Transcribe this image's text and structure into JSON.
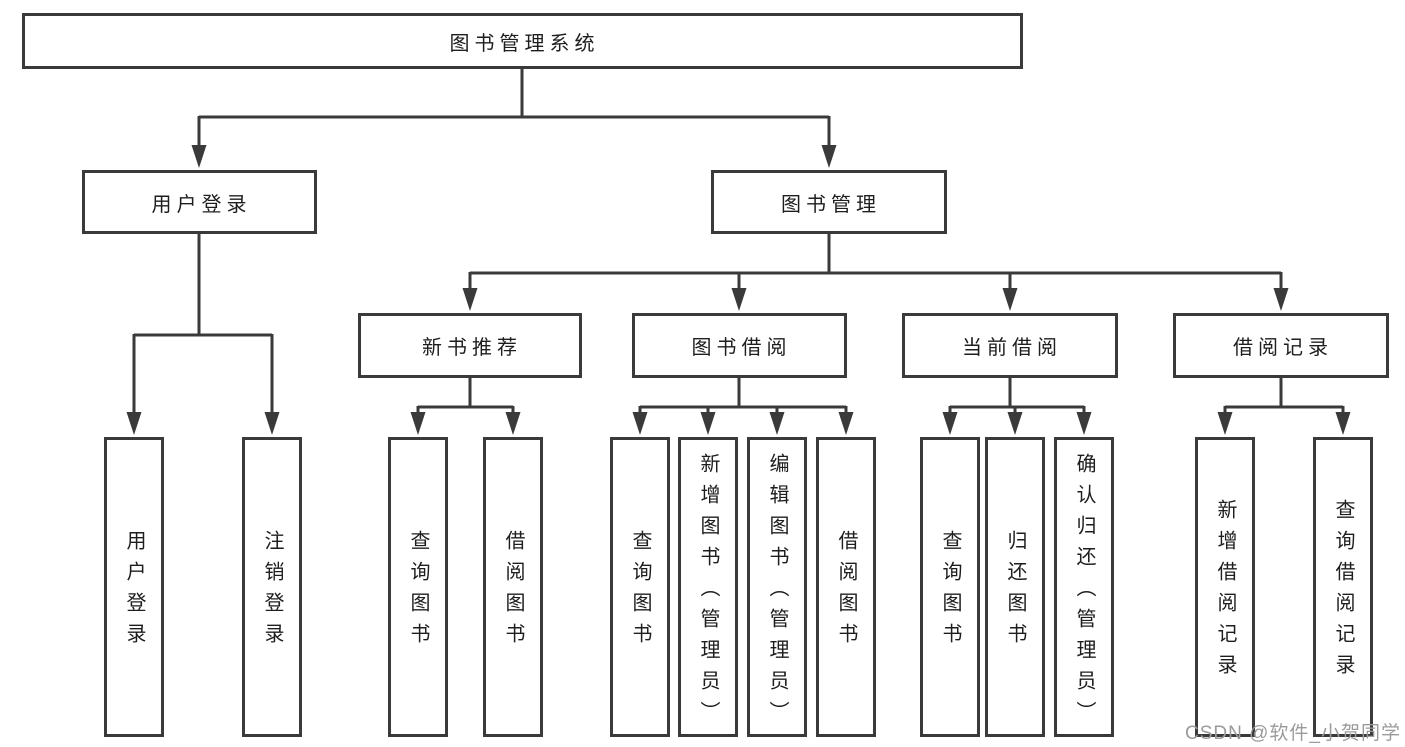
{
  "diagram": {
    "title": "图书管理系统",
    "root": "图书管理系统",
    "branches": {
      "user_login": "用户登录",
      "book_management": "图书管理"
    },
    "modules": {
      "new_book_recommend": "新书推荐",
      "book_borrowing": "图书借阅",
      "current_borrowing": "当前借阅",
      "borrowing_records": "借阅记录"
    },
    "leaves": {
      "user_login": "用户登录",
      "logout": "注销登录",
      "query_book_recommend": "查询图书",
      "borrow_book_recommend": "借阅图书",
      "query_book_borrowing": "查询图书",
      "add_book_admin": "新增图书（管理员）",
      "edit_book_admin": "编辑图书（管理员）",
      "borrow_book_borrowing": "借阅图书",
      "query_book_current": "查询图书",
      "return_book": "归还图书",
      "confirm_return_admin": "确认归还（管理员）",
      "add_borrow_record": "新增借阅记录",
      "query_borrow_record": "查询借阅记录"
    }
  },
  "watermark": {
    "text": "CSDN @软件_小贺同学"
  },
  "colors": {
    "line": "#3a3a3a",
    "text": "#1e1e1e",
    "watermark": "#9b9b9b",
    "background": "#ffffff"
  }
}
